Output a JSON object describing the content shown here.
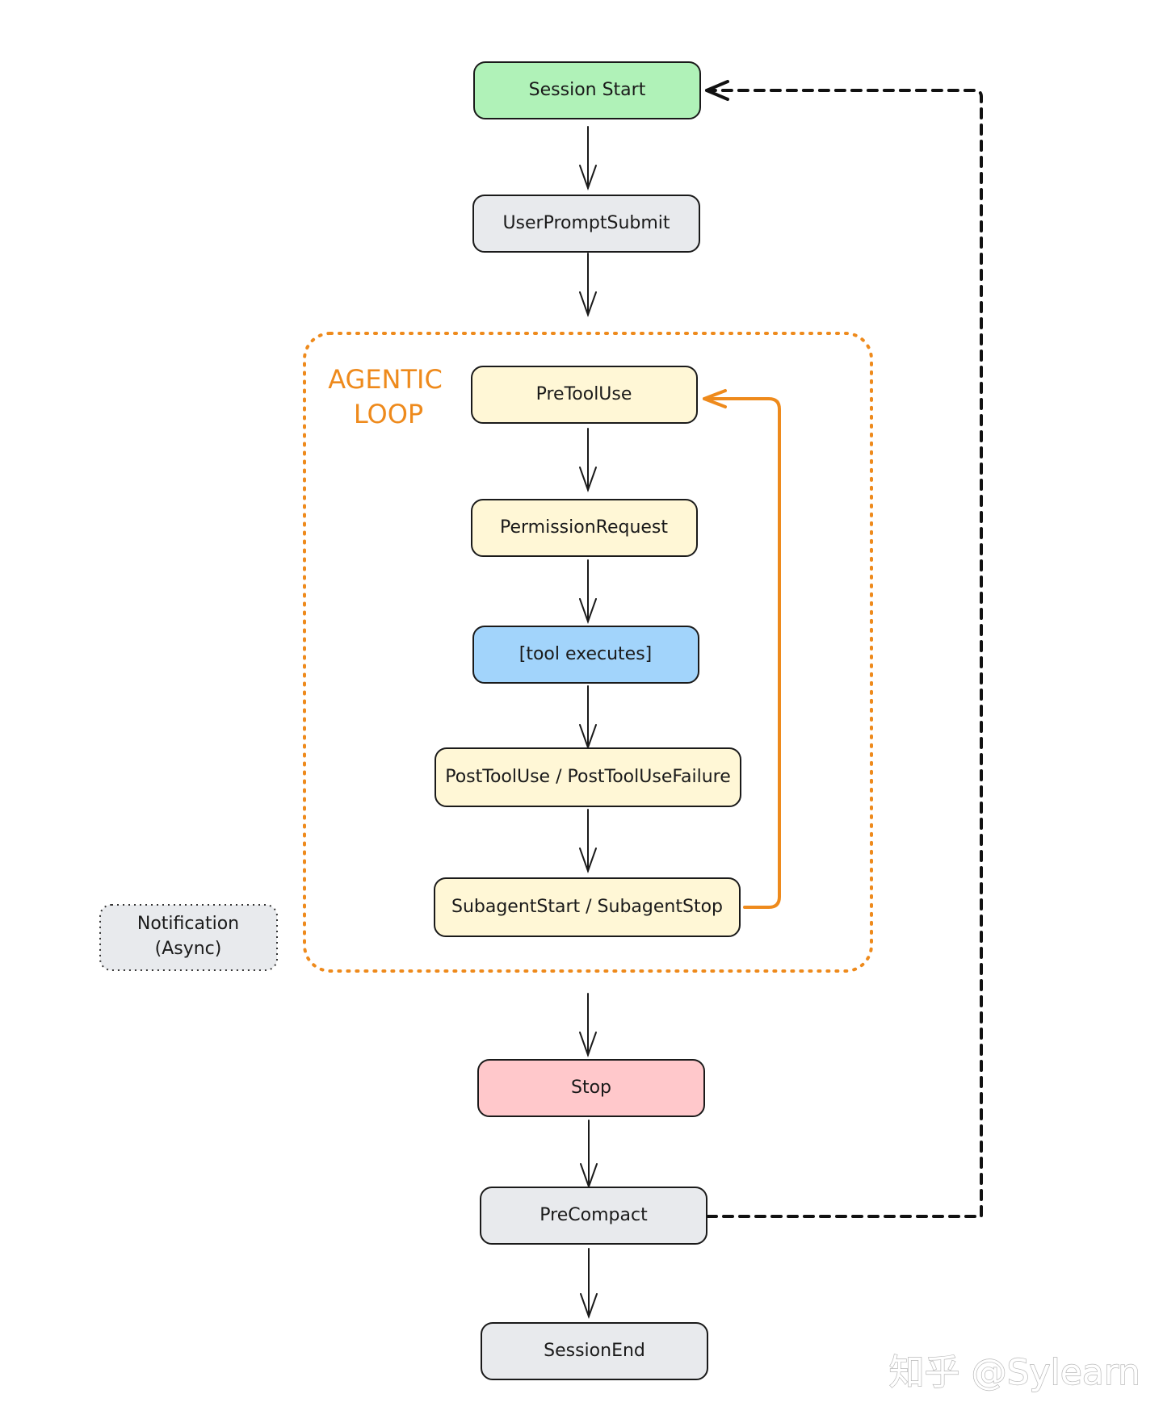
{
  "colors": {
    "start": "#b0f2b8",
    "neutral": "#e8eaed",
    "hook": "#fff7d6",
    "tool": "#a2d4fb",
    "stop": "#ffc8cb",
    "loop": "#ee8a1c",
    "stroke": "#1a1a1a"
  },
  "loop": {
    "label_line1": "AGENTIC",
    "label_line2": "LOOP"
  },
  "nodes": {
    "session_start": "Session Start",
    "user_prompt_submit": "UserPromptSubmit",
    "pre_tool_use": "PreToolUse",
    "permission_request": "PermissionRequest",
    "tool_executes": "[tool executes]",
    "post_tool_use": "PostToolUse / PostToolUseFailure",
    "subagent": "SubagentStart / SubagentStop",
    "notification_line1": "Notification",
    "notification_line2": "(Async)",
    "stop": "Stop",
    "pre_compact": "PreCompact",
    "session_end": "SessionEnd"
  },
  "watermark": "知乎 @Sylearn"
}
